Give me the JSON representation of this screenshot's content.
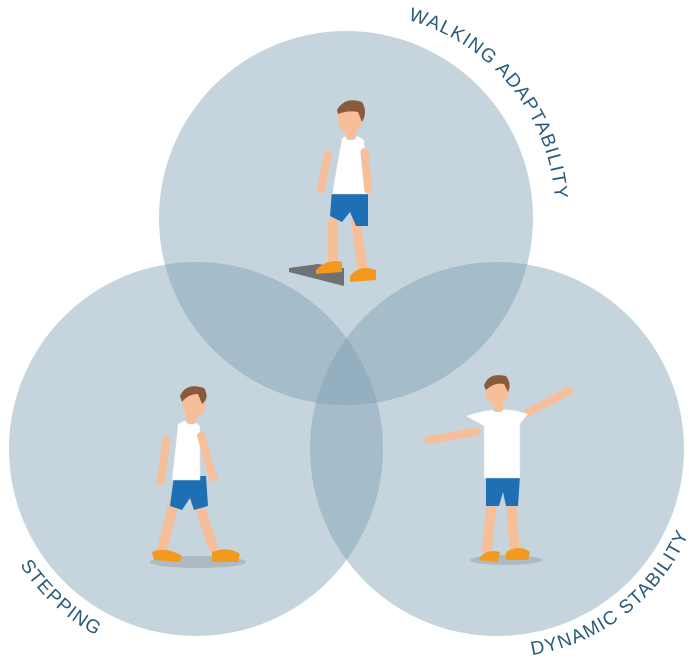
{
  "diagram": {
    "colors": {
      "circle_fill": "#7f9fb3",
      "label": "#2b5a78",
      "skin": "#f6bf9a",
      "hair": "#8a5a3c",
      "shirt": "#ffffff",
      "shorts": "#1f6fb5",
      "shoe": "#f39a1e",
      "step_block": "#6e7275"
    },
    "circles": [
      {
        "id": "walking-adaptability",
        "label": "WALKING ADAPTABILITY",
        "figure": "person-stepping-onto-block"
      },
      {
        "id": "stepping",
        "label": "STEPPING",
        "figure": "person-walking"
      },
      {
        "id": "dynamic-stability",
        "label": "DYNAMIC STABILITY",
        "figure": "person-balancing-arms-out"
      }
    ]
  }
}
